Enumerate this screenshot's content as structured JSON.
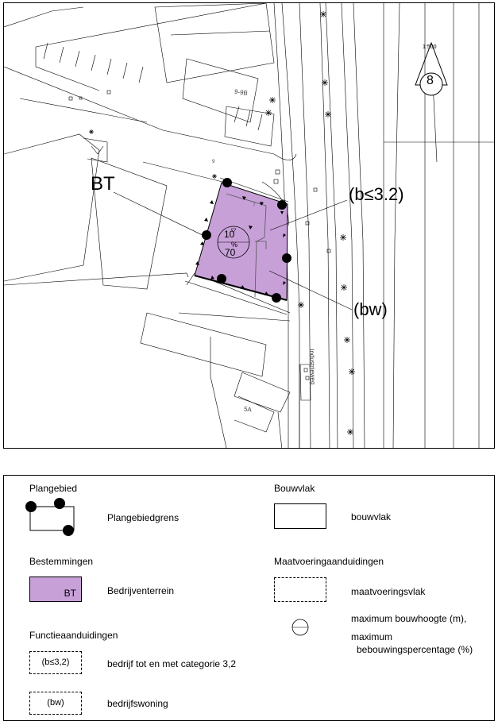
{
  "map": {
    "scale_text": "1:500",
    "sheet_number": "8",
    "designation_code": "BT",
    "label_b": "(b≤3.2)",
    "label_bw": "(bw)",
    "max_height": "10",
    "percent_sign": "%",
    "coverage": "70",
    "street_name": "Industrieweg",
    "house_number_1": "9-9B",
    "house_number_2": "5A",
    "house_number_3": "9",
    "house_number_4": "7",
    "colors": {
      "plot_fill": "#c8a0d8",
      "line": "#000000"
    }
  },
  "legend": {
    "plangebied": {
      "heading": "Plangebied",
      "item_label": "Plangebiedgrens"
    },
    "bestemmingen": {
      "heading": "Bestemmingen",
      "swatch_code": "BT",
      "item_label": "Bedrijventerrein"
    },
    "functieaanduidingen": {
      "heading": "Functieaanduidingen",
      "item1_symbol": "(b≤3,2)",
      "item1_label": "bedrijf tot en met categorie 3,2",
      "item2_symbol": "(bw)",
      "item2_label": "bedrijfswoning"
    },
    "bouwvlak": {
      "heading": "Bouwvlak",
      "item_label": "bouwvlak"
    },
    "maatvoering": {
      "heading": "Maatvoeringaanduidingen",
      "item1_label": "maatvoeringsvlak",
      "item2_label_line1": "maximum bouwhoogte (m),",
      "item2_label_line2": "maximum",
      "item2_label_line3": "bebouwingspercentage (%)"
    }
  }
}
